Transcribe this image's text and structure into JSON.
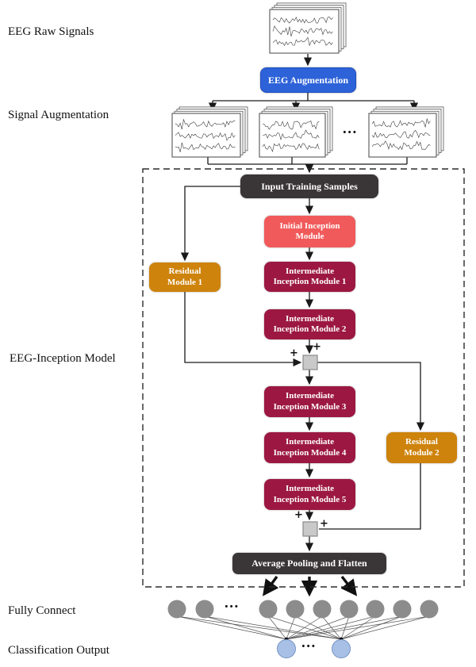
{
  "figure": {
    "title": "EEG-Inception model architecture diagram"
  },
  "labels": {
    "eeg_raw_signals": "EEG Raw Signals",
    "signal_augmentation": "Signal Augmentation",
    "eeg_inception_model": "EEG-Inception Model",
    "fully_connect": "Fully Connect",
    "classification_output": "Classification Output"
  },
  "nodes": {
    "eeg_augmentation": [
      "EEG Augmentation"
    ],
    "input_training_samples": [
      "Input Training Samples"
    ],
    "initial_inception": [
      "Initial Inception",
      "Module"
    ],
    "iim1": [
      "Intermediate",
      "Inception Module 1"
    ],
    "iim2": [
      "Intermediate",
      "Inception Module 2"
    ],
    "iim3": [
      "Intermediate",
      "Inception Module 3"
    ],
    "iim4": [
      "Intermediate",
      "Inception Module 4"
    ],
    "iim5": [
      "Intermediate",
      "Inception Module 5"
    ],
    "residual1": [
      "Residual",
      "Module 1"
    ],
    "residual2": [
      "Residual",
      "Module 2"
    ],
    "avg_pool": [
      "Average Pooling and Flatten"
    ]
  },
  "symbols": {
    "plus": "+",
    "ellipsis": "..."
  },
  "colors": {
    "accent_blue": "#2D62D8",
    "dark_box": "#3A3537",
    "salmon": "#F15A5A",
    "crimson": "#9C1843",
    "orange": "#CE830C",
    "adder_fill": "#C9C9C9",
    "adder_border": "#8A8A8A",
    "gray_node": "#8C8C8C",
    "blue_node": "#A8C0E6",
    "blue_node_border": "#6E8EBF",
    "line": "#1a1a1a"
  },
  "network": {
    "fully_connect_nodes": 9,
    "output_nodes": 2
  }
}
